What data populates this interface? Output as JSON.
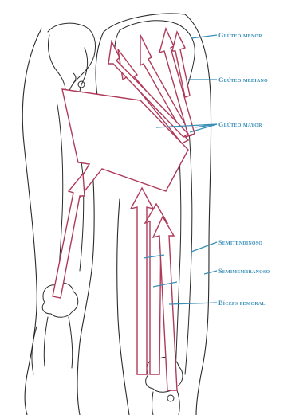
{
  "labels": {
    "gluteus_minimus": "Glúteo menor",
    "gluteus_medius": "Glúteo mediano",
    "gluteus_maximus": "Glúteo mayor",
    "semitendinosus": "Semitendinoso",
    "semimembranosus": "Semimembranoso",
    "biceps_femoris": "Bíceps femoral"
  },
  "colors": {
    "muscle_arrow": "#b03a5b",
    "leader_line": "#3a8fb7",
    "outline": "#2a2a2a"
  }
}
